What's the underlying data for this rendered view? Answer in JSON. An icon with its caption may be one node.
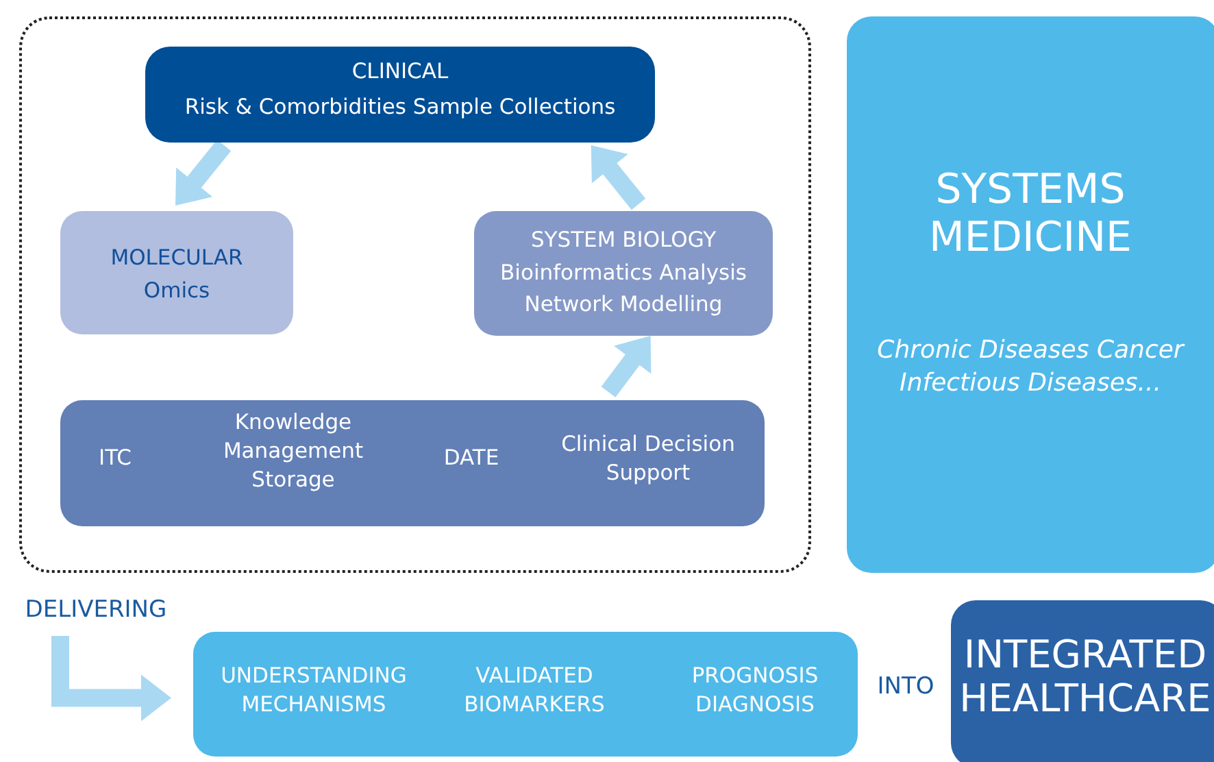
{
  "diagram": {
    "nodes": [
      {
        "text": [],
        "shape": "box"
      },
      {
        "text": [
          "CLINICAL",
          "Risk & Comorbidities Sample Collections"
        ],
        "in": 0
      },
      {
        "text": [
          "MOLECULAR",
          "Omics"
        ],
        "in": 0
      },
      {
        "text": [
          "SYSTEM BIOLOGY",
          "Bioinformatics Analysis",
          "Network Modelling"
        ],
        "in": 0
      },
      {
        "text": [
          "ITC",
          "Knowledge Management Storage",
          "DATE",
          "Clinical Decision Support"
        ],
        "in": 0
      },
      {
        "text": [
          "SYSTEMS MEDICINE",
          "Chronic Diseases Cancer Infectious Diseases..."
        ]
      },
      {
        "text": [
          "DELIVERING"
        ]
      },
      {
        "text": [
          "UNDERSTANDING MECHANISMS",
          "VALIDATED BIOMARKERS",
          "PROGNOSIS DIAGNOSIS"
        ]
      },
      {
        "text": [
          "INTEGRATED HEALTHCARE"
        ]
      }
    ],
    "edges": [
      {
        "from": 1,
        "to": 2,
        "arrow": "to"
      },
      {
        "from": 4,
        "to": 3,
        "arrow": "to"
      },
      {
        "from": 3,
        "to": 1,
        "arrow": "to"
      },
      {
        "from": 6,
        "to": 7,
        "arrow": "to"
      }
    ],
    "labels": [
      "INTO"
    ]
  }
}
